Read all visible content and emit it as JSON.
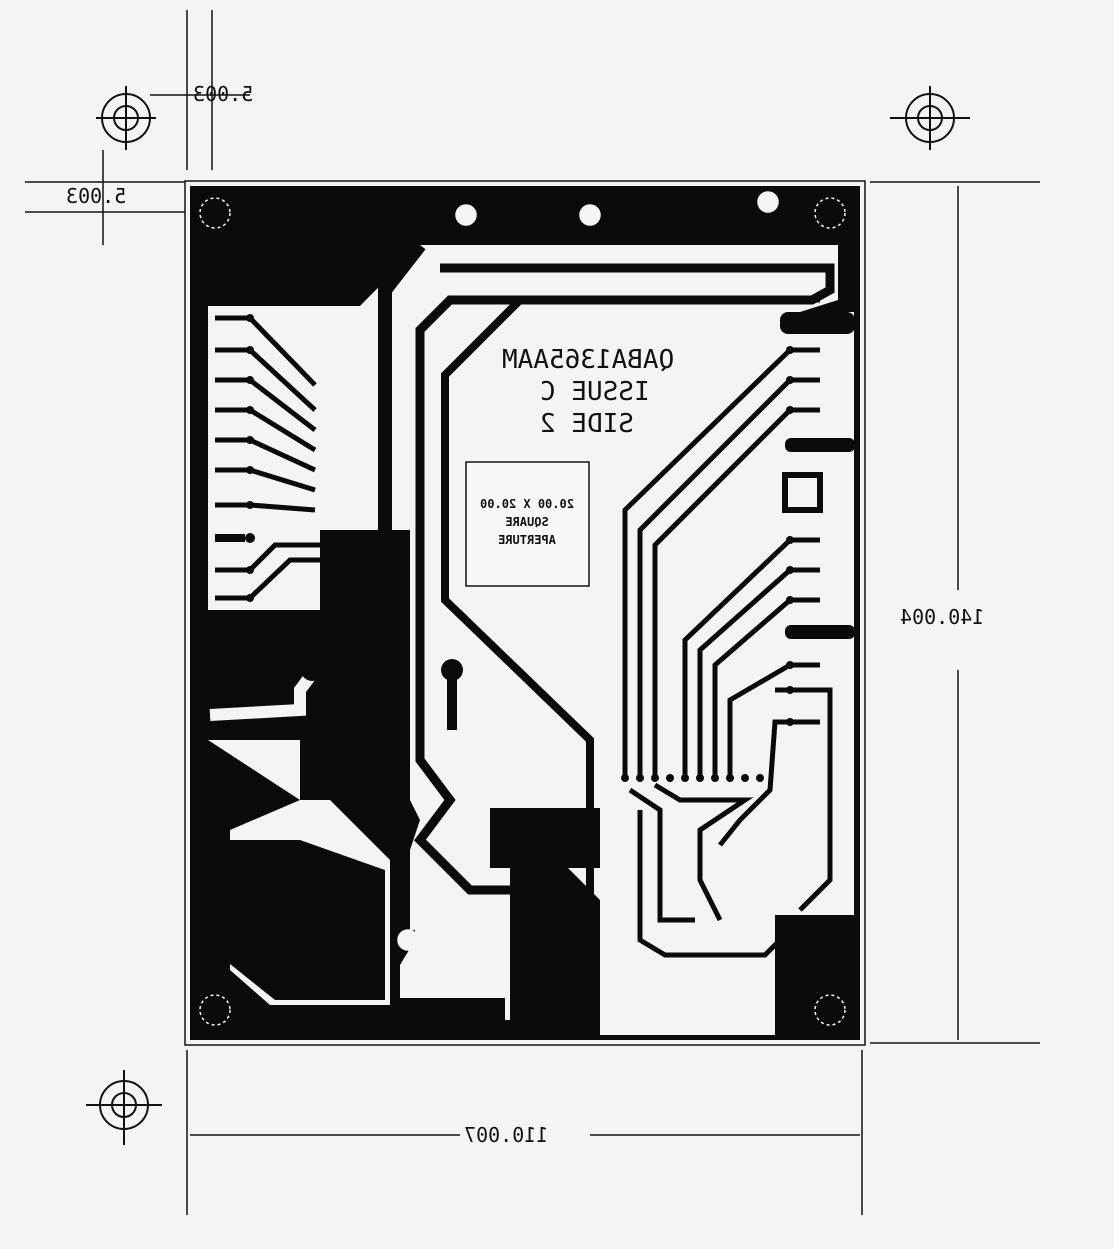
{
  "dimensions": {
    "top_offset": "5.003",
    "left_offset": "5.003",
    "height": "140.004",
    "width": "110.007"
  },
  "board_label": {
    "part_number": "QABA1365AAM",
    "issue": "ISSUE C",
    "side": "SIDE 2"
  },
  "aperture_note": {
    "line1": "20.00 X 20.00",
    "line2": "SQUARE",
    "line3": "APERTURE"
  },
  "colors": {
    "copper": "#0a0a0a",
    "paper": "#f4f4f4"
  }
}
